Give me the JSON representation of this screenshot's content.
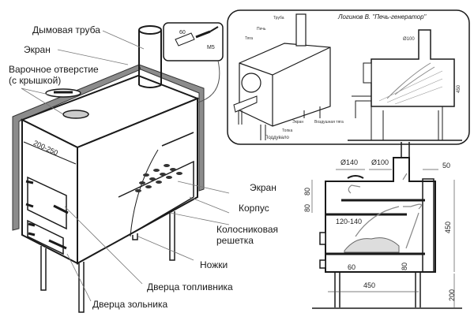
{
  "main_drawing": {
    "labels": {
      "chimney": "Дымовая труба",
      "screen_top": "Экран",
      "cooking_hole_line1": "Варочное отверстие",
      "cooking_hole_line2": "(с крышкой)",
      "width_dim": "200-250",
      "screen_right": "Экран",
      "body": "Корпус",
      "grate_line1": "Колосниковая",
      "grate_line2": "решетка",
      "legs": "Ножки",
      "firebox_door": "Дверца топливника",
      "ash_door": "Дверца зольника"
    },
    "bolt_inset": {
      "dim_60": "60",
      "bolt": "M5"
    }
  },
  "generator_panel": {
    "title": "Логинов В. \"Печь-генератор\"",
    "labels": {
      "pipe": "Труба",
      "stove": "Печь",
      "draft": "Тяга",
      "screen": "Экран",
      "air_draft": "Воздушная тяга",
      "firebox": "Топка",
      "blower": "Поддувало"
    },
    "dims": {
      "d100": "Ø100",
      "h450": "450"
    }
  },
  "section_drawing": {
    "dims": {
      "d140": "Ø140",
      "d100": "Ø100",
      "d50": "50",
      "d80a": "80",
      "d80b": "80",
      "d80c": "80",
      "gap": "120-140",
      "h450": "450",
      "d60": "60",
      "w450": "450",
      "h200": "200"
    }
  },
  "colors": {
    "ink": "#1a1a1a",
    "screen_fill": "#8c8c8c",
    "paper": "#ffffff"
  }
}
